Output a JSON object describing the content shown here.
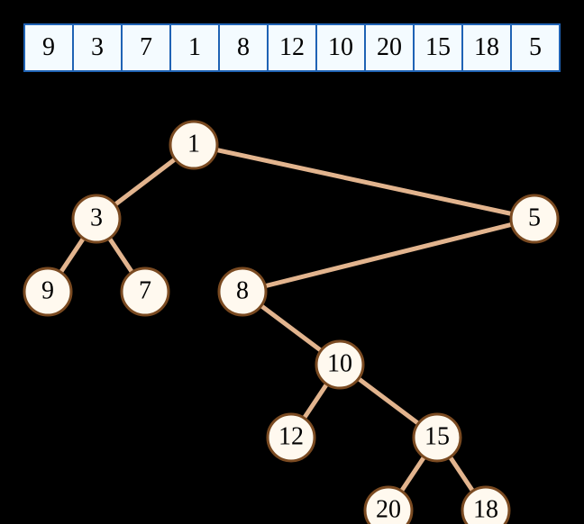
{
  "array": [
    "9",
    "3",
    "7",
    "1",
    "8",
    "12",
    "10",
    "20",
    "15",
    "18",
    "5"
  ],
  "tree": {
    "nodes": [
      {
        "id": "n1",
        "label": "1"
      },
      {
        "id": "n3",
        "label": "3"
      },
      {
        "id": "n5",
        "label": "5"
      },
      {
        "id": "n9",
        "label": "9"
      },
      {
        "id": "n7",
        "label": "7"
      },
      {
        "id": "n8",
        "label": "8"
      },
      {
        "id": "n10",
        "label": "10"
      },
      {
        "id": "n12",
        "label": "12"
      },
      {
        "id": "n15",
        "label": "15"
      },
      {
        "id": "n20",
        "label": "20"
      },
      {
        "id": "n18",
        "label": "18"
      }
    ],
    "edges": [
      [
        "n1",
        "n3"
      ],
      [
        "n1",
        "n5"
      ],
      [
        "n3",
        "n9"
      ],
      [
        "n3",
        "n7"
      ],
      [
        "n5",
        "n8"
      ],
      [
        "n8",
        "n10"
      ],
      [
        "n10",
        "n12"
      ],
      [
        "n10",
        "n15"
      ],
      [
        "n15",
        "n20"
      ],
      [
        "n15",
        "n18"
      ]
    ]
  }
}
